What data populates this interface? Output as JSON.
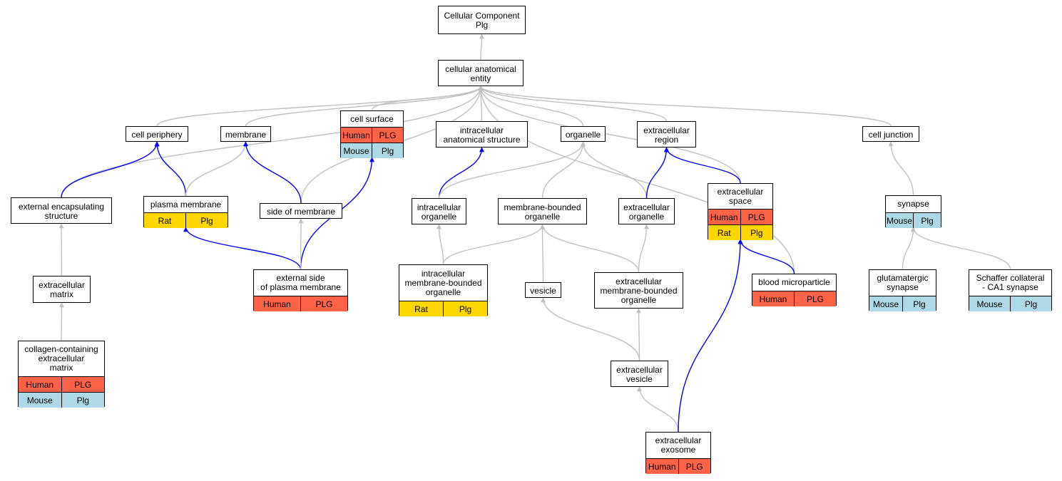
{
  "colors": {
    "human": "#ff6347",
    "rat": "#ffd700",
    "mouse": "#add8e6",
    "is_a_edge": "#c0c0c0",
    "annotation_edge": "#0000ff"
  },
  "nodes": [
    {
      "id": "cellular-component",
      "label": "Cellular Component\nPlg",
      "rows": []
    },
    {
      "id": "cellular-anatomical-entity",
      "label": "cellular anatomical\nentity",
      "rows": []
    },
    {
      "id": "cell-periphery",
      "label": "cell periphery",
      "rows": []
    },
    {
      "id": "membrane",
      "label": "membrane",
      "rows": []
    },
    {
      "id": "cell-surface",
      "label": "cell surface",
      "rows": [
        {
          "species": "Human",
          "gene": "PLG",
          "color": "human"
        },
        {
          "species": "Mouse",
          "gene": "Plg",
          "color": "mouse"
        }
      ]
    },
    {
      "id": "intracellular-anatomical-structure",
      "label": "intracellular\nanatomical structure",
      "rows": []
    },
    {
      "id": "organelle",
      "label": "organelle",
      "rows": []
    },
    {
      "id": "extracellular-region",
      "label": "extracellular\nregion",
      "rows": []
    },
    {
      "id": "cell-junction",
      "label": "cell junction",
      "rows": []
    },
    {
      "id": "external-encapsulating-structure",
      "label": "external encapsulating\nstructure",
      "rows": []
    },
    {
      "id": "plasma-membrane",
      "label": "plasma membrane",
      "rows": [
        {
          "species": "Rat",
          "gene": "Plg",
          "color": "rat"
        }
      ]
    },
    {
      "id": "side-of-membrane",
      "label": "side of membrane",
      "rows": []
    },
    {
      "id": "intracellular-organelle",
      "label": "intracellular\norganelle",
      "rows": []
    },
    {
      "id": "membrane-bounded-organelle",
      "label": "membrane-bounded\norganelle",
      "rows": []
    },
    {
      "id": "extracellular-organelle",
      "label": "extracellular\norganelle",
      "rows": []
    },
    {
      "id": "extracellular-space",
      "label": "extracellular\nspace",
      "rows": [
        {
          "species": "Human",
          "gene": "PLG",
          "color": "human"
        },
        {
          "species": "Rat",
          "gene": "Plg",
          "color": "rat"
        }
      ]
    },
    {
      "id": "synapse",
      "label": "synapse",
      "rows": [
        {
          "species": "Mouse",
          "gene": "Plg",
          "color": "mouse"
        }
      ]
    },
    {
      "id": "extracellular-matrix",
      "label": "extracellular\nmatrix",
      "rows": []
    },
    {
      "id": "external-side-of-plasma-membrane",
      "label": "external side\nof plasma membrane",
      "rows": [
        {
          "species": "Human",
          "gene": "PLG",
          "color": "human"
        }
      ]
    },
    {
      "id": "intracellular-membrane-bounded-organelle",
      "label": "intracellular\nmembrane-bounded\norganelle",
      "rows": [
        {
          "species": "Rat",
          "gene": "Plg",
          "color": "rat"
        }
      ]
    },
    {
      "id": "vesicle",
      "label": "vesicle",
      "rows": []
    },
    {
      "id": "extracellular-membrane-bounded-organelle",
      "label": "extracellular\nmembrane-bounded\norganelle",
      "rows": []
    },
    {
      "id": "blood-microparticle",
      "label": "blood microparticle",
      "rows": [
        {
          "species": "Human",
          "gene": "PLG",
          "color": "human"
        }
      ]
    },
    {
      "id": "glutamatergic-synapse",
      "label": "glutamatergic\nsynapse",
      "rows": [
        {
          "species": "Mouse",
          "gene": "Plg",
          "color": "mouse"
        }
      ]
    },
    {
      "id": "schaffer-collateral-ca1-synapse",
      "label": "Schaffer collateral\n- CA1 synapse",
      "rows": [
        {
          "species": "Mouse",
          "gene": "Plg",
          "color": "mouse"
        }
      ]
    },
    {
      "id": "collagen-containing-extracellular-matrix",
      "label": "collagen-containing\nextracellular\nmatrix",
      "rows": [
        {
          "species": "Human",
          "gene": "PLG",
          "color": "human"
        },
        {
          "species": "Mouse",
          "gene": "Plg",
          "color": "mouse"
        }
      ]
    },
    {
      "id": "extracellular-vesicle",
      "label": "extracellular\nvesicle",
      "rows": []
    },
    {
      "id": "extracellular-exosome",
      "label": "extracellular\nexosome",
      "rows": [
        {
          "species": "Human",
          "gene": "PLG",
          "color": "human"
        }
      ]
    }
  ],
  "edges": [
    {
      "from": "cellular-anatomical-entity",
      "to": "cellular-component",
      "kind": "is_a"
    },
    {
      "from": "cell-periphery",
      "to": "cellular-anatomical-entity",
      "kind": "is_a"
    },
    {
      "from": "membrane",
      "to": "cellular-anatomical-entity",
      "kind": "is_a"
    },
    {
      "from": "cell-surface",
      "to": "cellular-anatomical-entity",
      "kind": "is_a"
    },
    {
      "from": "intracellular-anatomical-structure",
      "to": "cellular-anatomical-entity",
      "kind": "is_a"
    },
    {
      "from": "organelle",
      "to": "cellular-anatomical-entity",
      "kind": "is_a"
    },
    {
      "from": "extracellular-region",
      "to": "cellular-anatomical-entity",
      "kind": "is_a"
    },
    {
      "from": "cell-junction",
      "to": "cellular-anatomical-entity",
      "kind": "is_a"
    },
    {
      "from": "external-encapsulating-structure",
      "to": "cellular-anatomical-entity",
      "kind": "is_a"
    },
    {
      "from": "side-of-membrane",
      "to": "cellular-anatomical-entity",
      "kind": "is_a"
    },
    {
      "from": "extracellular-space",
      "to": "cellular-anatomical-entity",
      "kind": "is_a"
    },
    {
      "from": "blood-microparticle",
      "to": "cellular-anatomical-entity",
      "kind": "is_a"
    },
    {
      "from": "external-encapsulating-structure",
      "to": "cell-periphery",
      "kind": "part_of"
    },
    {
      "from": "plasma-membrane",
      "to": "cell-periphery",
      "kind": "part_of"
    },
    {
      "from": "plasma-membrane",
      "to": "membrane",
      "kind": "is_a"
    },
    {
      "from": "side-of-membrane",
      "to": "membrane",
      "kind": "part_of"
    },
    {
      "from": "external-side-of-plasma-membrane",
      "to": "cell-surface",
      "kind": "part_of"
    },
    {
      "from": "external-side-of-plasma-membrane",
      "to": "plasma-membrane",
      "kind": "part_of"
    },
    {
      "from": "external-side-of-plasma-membrane",
      "to": "side-of-membrane",
      "kind": "is_a"
    },
    {
      "from": "intracellular-organelle",
      "to": "intracellular-anatomical-structure",
      "kind": "part_of"
    },
    {
      "from": "intracellular-organelle",
      "to": "organelle",
      "kind": "is_a"
    },
    {
      "from": "membrane-bounded-organelle",
      "to": "organelle",
      "kind": "is_a"
    },
    {
      "from": "extracellular-organelle",
      "to": "organelle",
      "kind": "is_a"
    },
    {
      "from": "extracellular-organelle",
      "to": "extracellular-region",
      "kind": "part_of"
    },
    {
      "from": "extracellular-space",
      "to": "extracellular-region",
      "kind": "part_of"
    },
    {
      "from": "synapse",
      "to": "cell-junction",
      "kind": "is_a"
    },
    {
      "from": "extracellular-matrix",
      "to": "external-encapsulating-structure",
      "kind": "is_a"
    },
    {
      "from": "collagen-containing-extracellular-matrix",
      "to": "extracellular-matrix",
      "kind": "is_a"
    },
    {
      "from": "intracellular-membrane-bounded-organelle",
      "to": "intracellular-organelle",
      "kind": "is_a"
    },
    {
      "from": "intracellular-membrane-bounded-organelle",
      "to": "membrane-bounded-organelle",
      "kind": "is_a"
    },
    {
      "from": "vesicle",
      "to": "membrane-bounded-organelle",
      "kind": "is_a"
    },
    {
      "from": "extracellular-membrane-bounded-organelle",
      "to": "membrane-bounded-organelle",
      "kind": "is_a"
    },
    {
      "from": "extracellular-membrane-bounded-organelle",
      "to": "extracellular-organelle",
      "kind": "is_a"
    },
    {
      "from": "blood-microparticle",
      "to": "extracellular-space",
      "kind": "part_of"
    },
    {
      "from": "extracellular-vesicle",
      "to": "vesicle",
      "kind": "is_a"
    },
    {
      "from": "extracellular-vesicle",
      "to": "extracellular-membrane-bounded-organelle",
      "kind": "is_a"
    },
    {
      "from": "extracellular-exosome",
      "to": "extracellular-vesicle",
      "kind": "is_a"
    },
    {
      "from": "extracellular-exosome",
      "to": "extracellular-space",
      "kind": "part_of"
    },
    {
      "from": "glutamatergic-synapse",
      "to": "synapse",
      "kind": "is_a"
    },
    {
      "from": "schaffer-collateral-ca1-synapse",
      "to": "synapse",
      "kind": "is_a"
    }
  ]
}
